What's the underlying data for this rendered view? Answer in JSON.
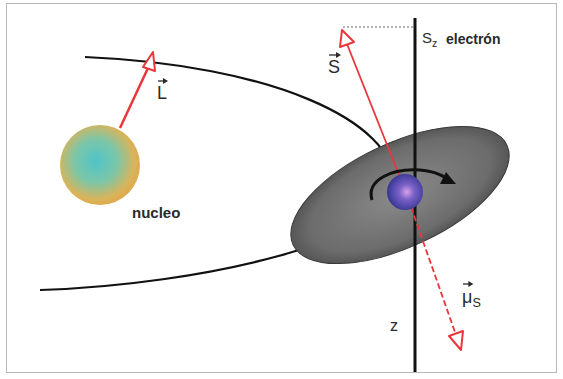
{
  "diagram": {
    "labels": [
      "L",
      "nucleo",
      "S",
      "Sz",
      "electrón",
      "μS",
      "z"
    ]
  }
}
